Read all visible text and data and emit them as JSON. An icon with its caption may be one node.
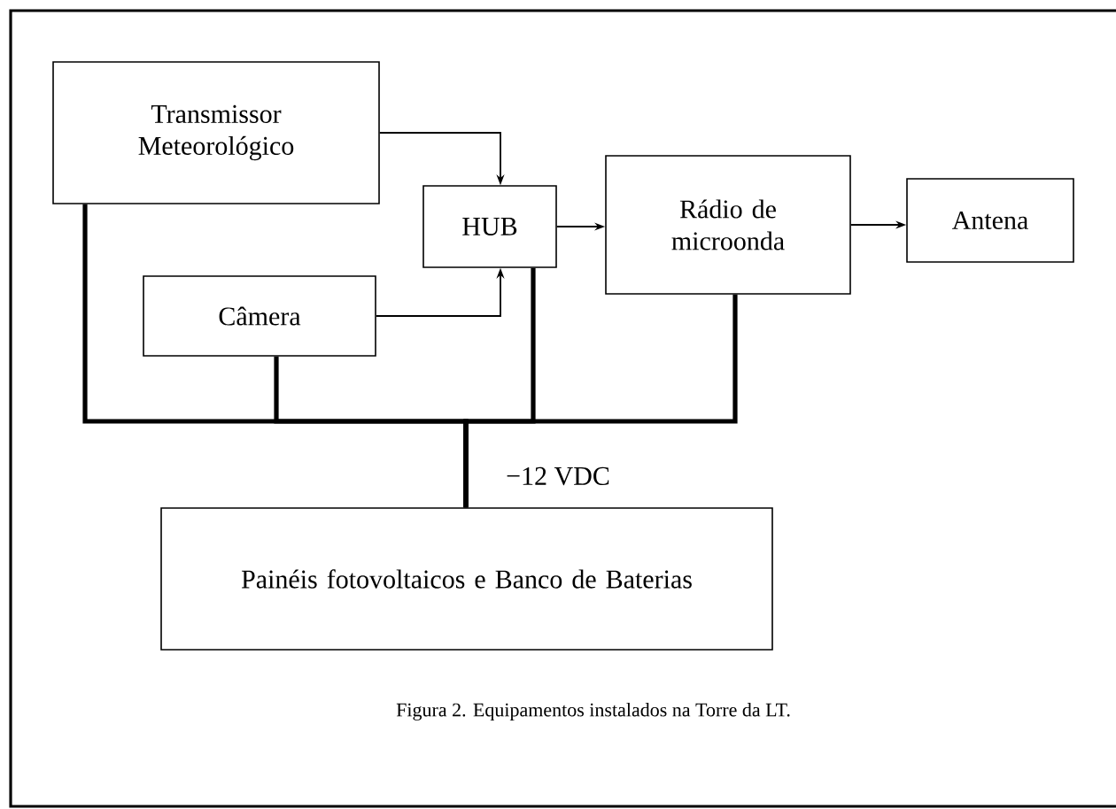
{
  "diagram": {
    "caption": "Figura 2. Equipamentos instalados na Torre da LT.",
    "nodes": [
      {
        "text": [
          "Transmissor Meteorológico"
        ]
      },
      {
        "text": [
          "HUB"
        ]
      },
      {
        "text": [
          "Rádio de microonda"
        ]
      },
      {
        "text": [
          "Antena"
        ]
      },
      {
        "text": [
          "Câmera"
        ]
      },
      {
        "text": [
          "Painéis fotovoltaicos e Banco de Baterias"
        ]
      }
    ],
    "edges": [
      {
        "from": 0,
        "to": 1,
        "arrow": "to"
      },
      {
        "from": 4,
        "to": 1,
        "arrow": "to"
      },
      {
        "from": 1,
        "to": 2,
        "arrow": "to"
      },
      {
        "from": 2,
        "to": 3,
        "arrow": "to"
      },
      {
        "from": 0,
        "to": 5,
        "arrow": "none",
        "style": "thick"
      },
      {
        "from": 4,
        "to": 5,
        "arrow": "none",
        "style": "thick"
      },
      {
        "from": 1,
        "to": 5,
        "arrow": "none",
        "style": "thick"
      },
      {
        "from": 2,
        "to": 5,
        "arrow": "none",
        "style": "thick"
      }
    ],
    "labels": [
      "−12 VDC"
    ]
  }
}
